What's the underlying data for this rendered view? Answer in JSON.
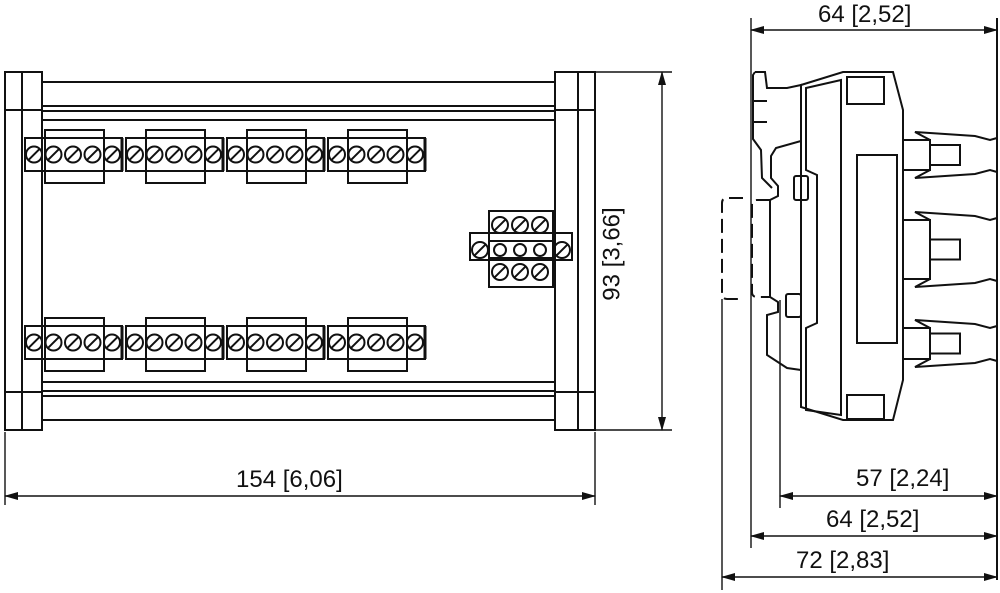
{
  "front_view": {
    "width_dim": "154 [6,06]",
    "height_dim": "93 [3,66]",
    "terminal_groups_per_row": 4,
    "screws_per_group": 5
  },
  "side_view": {
    "top_dim": "64 [2,52]",
    "dim_57": "57 [2,24]",
    "dim_64": "64 [2,52]",
    "dim_72": "72 [2,83]"
  }
}
